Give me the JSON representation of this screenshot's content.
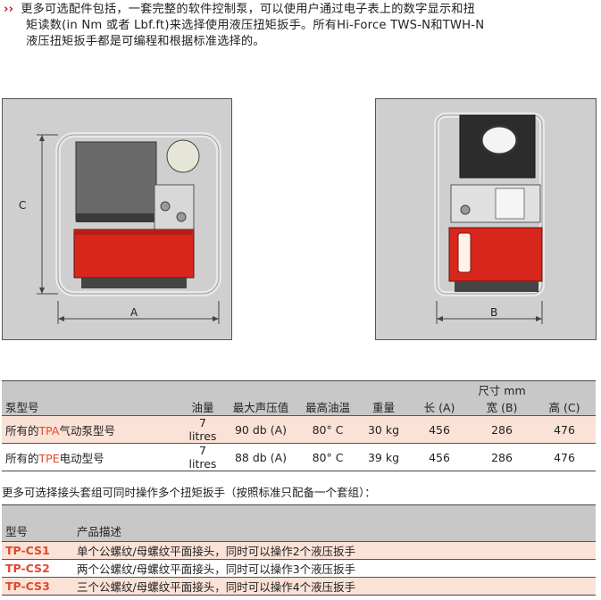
{
  "intro": {
    "line1": "更多可选配件包括，一套完整的软件控制泵，可以使用户通过电子表上的数字显示和扭",
    "line2": "矩读数(in Nm 或者 Lbf.ft)来选择使用液压扭矩扳手。所有Hi-Force TWS-N和TWH-N",
    "line3": "液压扭矩扳手都是可编程和根据标准选择的。"
  },
  "figures": {
    "left": {
      "label_a": "A",
      "label_c": "C"
    },
    "right": {
      "label_b": "B"
    }
  },
  "spec_table": {
    "unit_header": "尺寸 mm",
    "headers": [
      "泵型号",
      "油量",
      "最大声压值",
      "最高油温",
      "重量",
      "长 (A)",
      "宽 (B)",
      "高 (C)"
    ],
    "rows": [
      {
        "prefix": "所有的",
        "code": "TPA",
        "suffix": "气动泵型号",
        "oil": "7 litres",
        "noise": "90 db (A)",
        "temp": "80° C",
        "weight": "30 kg",
        "a": "456",
        "b": "286",
        "c": "476"
      },
      {
        "prefix": "所有的",
        "code": "TPE",
        "suffix": "电动型号",
        "oil": "7 litres",
        "noise": "88 db (A)",
        "temp": "80° C",
        "weight": "39 kg",
        "a": "456",
        "b": "286",
        "c": "476"
      }
    ]
  },
  "subtitle": "更多可选择接头套组可同时操作多个扭矩扳手（按照标准只配备一个套组）：",
  "kit_table": {
    "headers": [
      "型号",
      "产品描述"
    ],
    "rows": [
      {
        "code": "TP-CS1",
        "desc": "单个公螺纹/母螺纹平面接头，同时可以操作2个液压扳手"
      },
      {
        "code": "TP-CS2",
        "desc": "两个公螺纹/母螺纹平面接头，同时可以操作3个液压扳手"
      },
      {
        "code": "TP-CS3",
        "desc": "三个公螺纹/母螺纹平面接头，同时可以操作4个液压扳手"
      }
    ]
  },
  "colors": {
    "accent": "#e0492e",
    "row_tint": "#fbe2d6",
    "pump_red": "#d9261c"
  }
}
